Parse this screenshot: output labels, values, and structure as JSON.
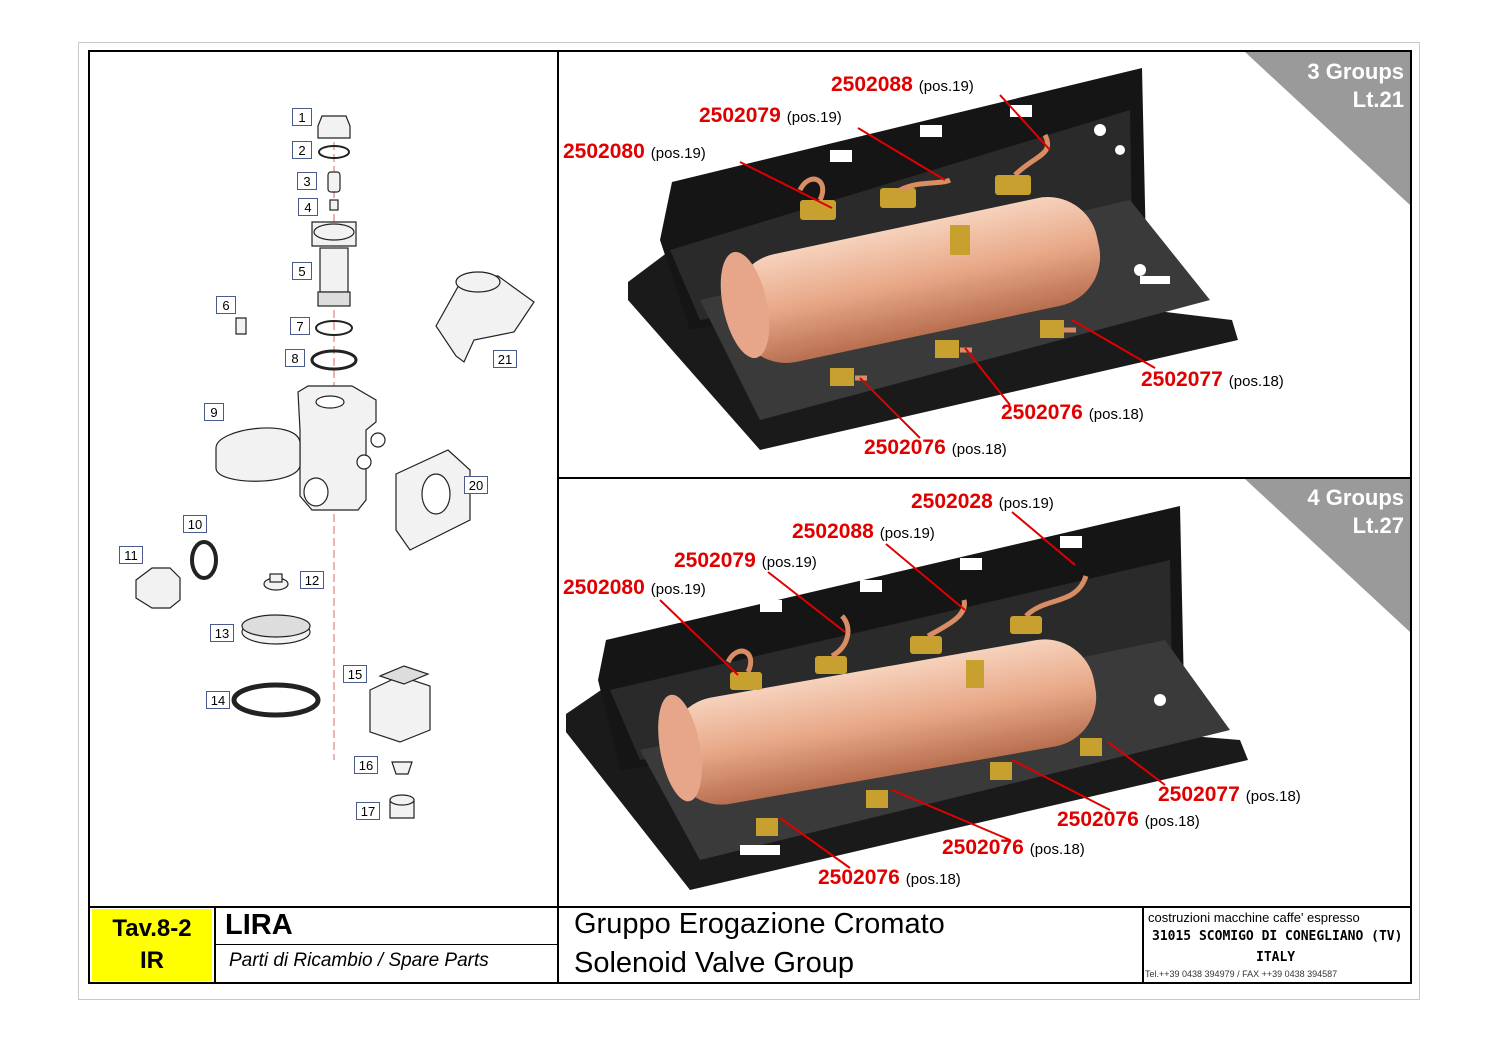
{
  "parts_list": [
    "1",
    "2",
    "3",
    "4",
    "5",
    "6",
    "7",
    "8",
    "9",
    "10",
    "11",
    "12",
    "13",
    "14",
    "15",
    "16",
    "17",
    "20",
    "21"
  ],
  "top_panel": {
    "group_label": "3 Groups",
    "capacity_label": "Lt.21",
    "callouts": [
      {
        "code": "2502088",
        "pos": "(pos.19)"
      },
      {
        "code": "2502079",
        "pos": "(pos.19)"
      },
      {
        "code": "2502080",
        "pos": "(pos.19)"
      },
      {
        "code": "2502077",
        "pos": "(pos.18)"
      },
      {
        "code": "2502076",
        "pos": "(pos.18)"
      },
      {
        "code": "2502076",
        "pos": "(pos.18)"
      }
    ]
  },
  "bottom_panel": {
    "group_label": "4 Groups",
    "capacity_label": "Lt.27",
    "callouts": [
      {
        "code": "2502028",
        "pos": "(pos.19)"
      },
      {
        "code": "2502088",
        "pos": "(pos.19)"
      },
      {
        "code": "2502079",
        "pos": "(pos.19)"
      },
      {
        "code": "2502080",
        "pos": "(pos.19)"
      },
      {
        "code": "2502077",
        "pos": "(pos.18)"
      },
      {
        "code": "2502076",
        "pos": "(pos.18)"
      },
      {
        "code": "2502076",
        "pos": "(pos.18)"
      },
      {
        "code": "2502076",
        "pos": "(pos.18)"
      }
    ]
  },
  "title_block": {
    "table_no": "Tav.8-2",
    "table_sub": "IR",
    "model": "LIRA",
    "subtitle": "Parti di Ricambio / Spare Parts",
    "title_it": "Gruppo Erogazione Cromato",
    "title_en": "Solenoid Valve Group",
    "company_line": "costruzioni macchine caffe' espresso",
    "address": "31015 SCOMIGO DI CONEGLIANO (TV)",
    "country": "ITALY",
    "contacts": "Tel.++39 0438 394979 / FAX ++39 0438 394587"
  },
  "colors": {
    "callout_red": "#e00000",
    "copper": "#e8a888",
    "frame_black": "#111111",
    "corner_grey": "#9a9a9a",
    "title_yellow": "#ffff00"
  }
}
